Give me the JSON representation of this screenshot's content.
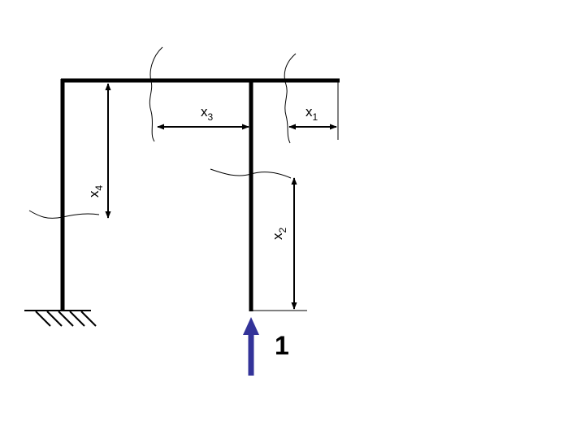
{
  "diagram": {
    "labels": {
      "x1": {
        "main": "x",
        "sub": "1"
      },
      "x2": {
        "main": "x",
        "sub": "2"
      },
      "x3": {
        "main": "x",
        "sub": "3"
      },
      "x4": {
        "main": "x",
        "sub": "4"
      }
    },
    "load_label": "1",
    "colors": {
      "frame": "#000000",
      "load_arrow": "#333399"
    },
    "icons": {
      "support": "fixed-support-hatch-icon",
      "load": "arrow-up-icon"
    }
  }
}
